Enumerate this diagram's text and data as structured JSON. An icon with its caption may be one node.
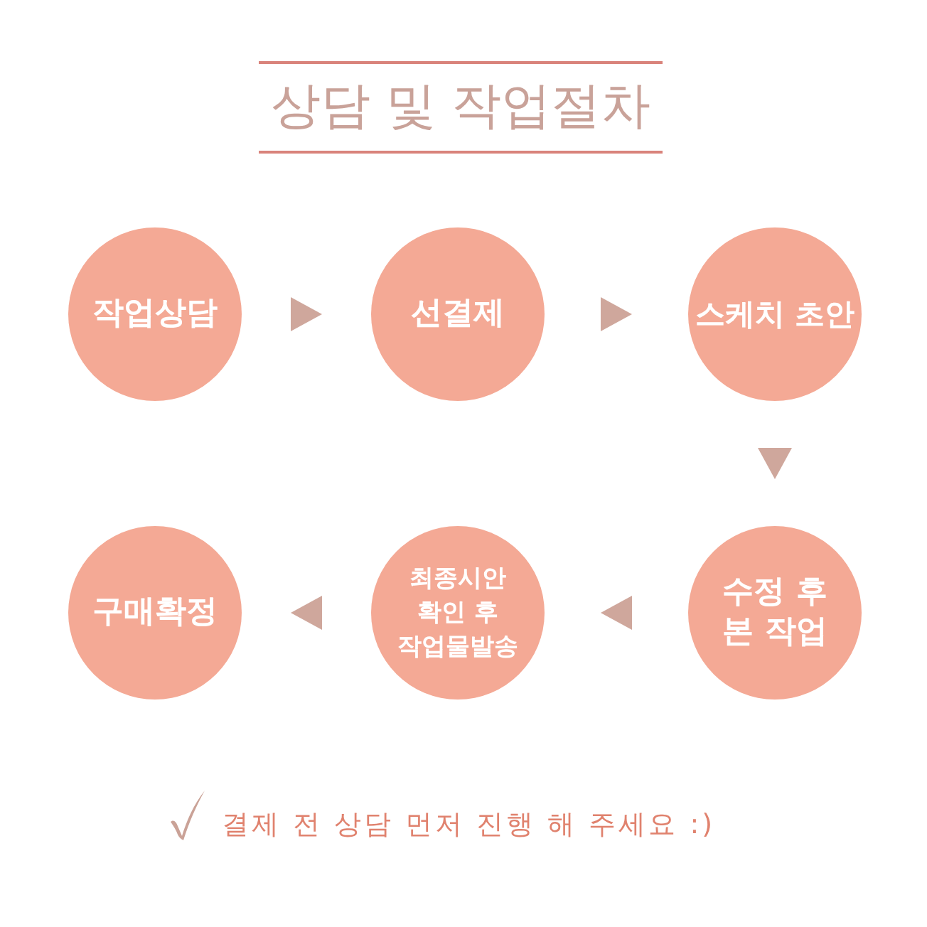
{
  "diagram": {
    "title": "상담 및 작업절차",
    "nodes": [
      {
        "text": [
          "작업상담"
        ]
      },
      {
        "text": [
          "선결제"
        ]
      },
      {
        "text": [
          "스케치 초안"
        ]
      },
      {
        "text": [
          "구매확정"
        ]
      },
      {
        "text": [
          "최종시안 확인 후 작업물발송"
        ]
      },
      {
        "text": [
          "수정 후 본 작업"
        ]
      }
    ],
    "edges": [
      {
        "from": 0,
        "to": 1,
        "arrow": "to"
      },
      {
        "from": 1,
        "to": 2,
        "arrow": "to"
      },
      {
        "from": 2,
        "to": 5,
        "arrow": "to"
      },
      {
        "from": 5,
        "to": 4,
        "arrow": "to"
      },
      {
        "from": 4,
        "to": 3,
        "arrow": "to"
      }
    ],
    "labels": [
      "결제 전 상담 먼저 진행 해 주세요 :)"
    ]
  }
}
